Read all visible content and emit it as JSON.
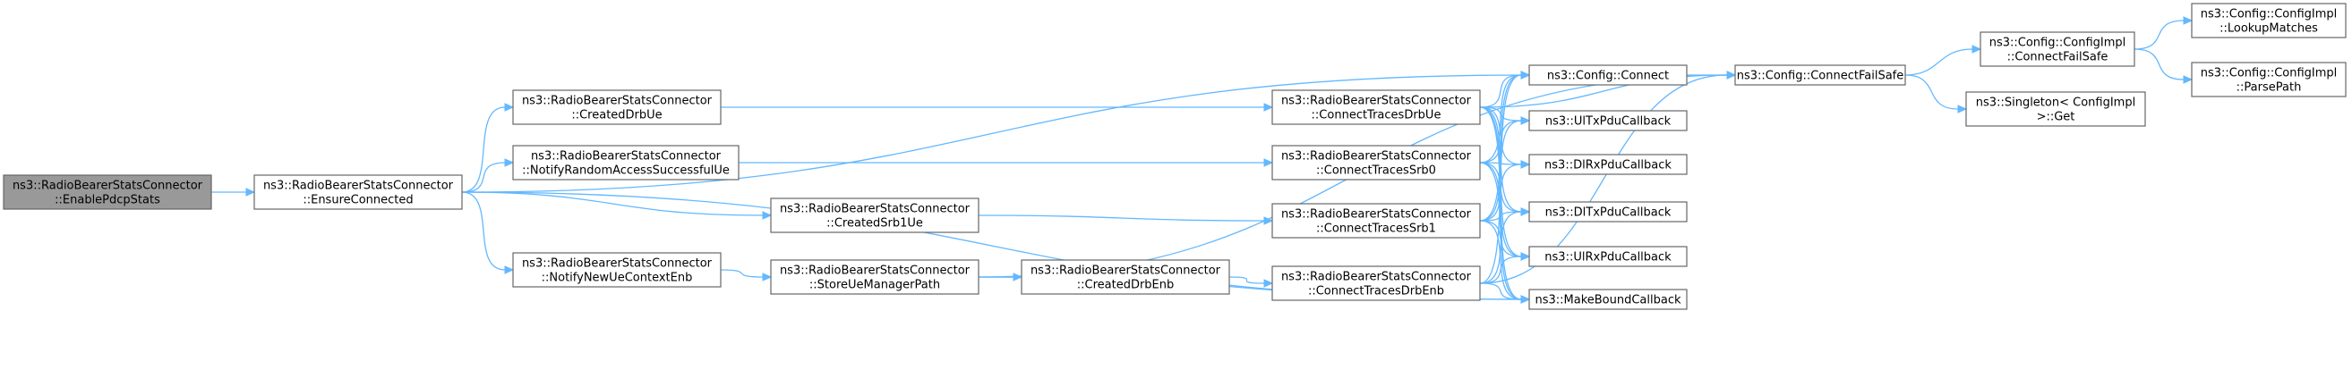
{
  "graph": {
    "nodes": [
      {
        "id": "n0",
        "lines": [
          "ns3::RadioBearerStatsConnector",
          "::EnablePdcpStats"
        ],
        "root": true
      },
      {
        "id": "n1",
        "lines": [
          "ns3::RadioBearerStatsConnector",
          "::EnsureConnected"
        ]
      },
      {
        "id": "n2",
        "lines": [
          "ns3::RadioBearerStatsConnector",
          "::CreatedDrbUe"
        ]
      },
      {
        "id": "n3",
        "lines": [
          "ns3::RadioBearerStatsConnector",
          "::NotifyRandomAccessSuccessfulUe"
        ]
      },
      {
        "id": "n4",
        "lines": [
          "ns3::RadioBearerStatsConnector",
          "::NotifyNewUeContextEnb"
        ]
      },
      {
        "id": "n5",
        "lines": [
          "ns3::RadioBearerStatsConnector",
          "::CreatedSrb1Ue"
        ]
      },
      {
        "id": "n6",
        "lines": [
          "ns3::RadioBearerStatsConnector",
          "::StoreUeManagerPath"
        ]
      },
      {
        "id": "n7",
        "lines": [
          "ns3::RadioBearerStatsConnector",
          "::CreatedDrbEnb"
        ]
      },
      {
        "id": "n8",
        "lines": [
          "ns3::RadioBearerStatsConnector",
          "::ConnectTracesDrbUe"
        ]
      },
      {
        "id": "n9",
        "lines": [
          "ns3::RadioBearerStatsConnector",
          "::ConnectTracesSrb0"
        ]
      },
      {
        "id": "n10",
        "lines": [
          "ns3::RadioBearerStatsConnector",
          "::ConnectTracesSrb1"
        ]
      },
      {
        "id": "n11",
        "lines": [
          "ns3::RadioBearerStatsConnector",
          "::ConnectTracesDrbEnb"
        ]
      },
      {
        "id": "n12",
        "lines": [
          "ns3::Config::Connect"
        ]
      },
      {
        "id": "n13",
        "lines": [
          "ns3::UlTxPduCallback"
        ]
      },
      {
        "id": "n14",
        "lines": [
          "ns3::DlRxPduCallback"
        ]
      },
      {
        "id": "n15",
        "lines": [
          "ns3::DlTxPduCallback"
        ]
      },
      {
        "id": "n16",
        "lines": [
          "ns3::UlRxPduCallback"
        ]
      },
      {
        "id": "n17",
        "lines": [
          "ns3::MakeBoundCallback"
        ]
      },
      {
        "id": "n18",
        "lines": [
          "ns3::Config::ConnectFailSafe"
        ]
      },
      {
        "id": "n19",
        "lines": [
          "ns3::Config::ConfigImpl",
          "::ConnectFailSafe"
        ]
      },
      {
        "id": "n20",
        "lines": [
          "ns3::Singleton< ConfigImpl",
          " >::Get"
        ]
      },
      {
        "id": "n21",
        "lines": [
          "ns3::Config::ConfigImpl",
          "::LookupMatches"
        ]
      },
      {
        "id": "n22",
        "lines": [
          "ns3::Config::ConfigImpl",
          "::ParsePath"
        ]
      }
    ],
    "edges": [
      [
        "n0",
        "n1"
      ],
      [
        "n1",
        "n12"
      ],
      [
        "n1",
        "n2"
      ],
      [
        "n1",
        "n3"
      ],
      [
        "n1",
        "n5"
      ],
      [
        "n1",
        "n4"
      ],
      [
        "n1",
        "n17"
      ],
      [
        "n2",
        "n8"
      ],
      [
        "n3",
        "n9"
      ],
      [
        "n5",
        "n10"
      ],
      [
        "n4",
        "n6"
      ],
      [
        "n6",
        "n18"
      ],
      [
        "n6",
        "n7"
      ],
      [
        "n6",
        "n17"
      ],
      [
        "n7",
        "n11"
      ],
      [
        "n8",
        "n12"
      ],
      [
        "n8",
        "n18"
      ],
      [
        "n8",
        "n13"
      ],
      [
        "n8",
        "n14"
      ],
      [
        "n8",
        "n15"
      ],
      [
        "n8",
        "n16"
      ],
      [
        "n8",
        "n17"
      ],
      [
        "n9",
        "n12"
      ],
      [
        "n9",
        "n13"
      ],
      [
        "n9",
        "n14"
      ],
      [
        "n9",
        "n15"
      ],
      [
        "n9",
        "n16"
      ],
      [
        "n9",
        "n17"
      ],
      [
        "n10",
        "n12"
      ],
      [
        "n10",
        "n13"
      ],
      [
        "n10",
        "n14"
      ],
      [
        "n10",
        "n15"
      ],
      [
        "n10",
        "n16"
      ],
      [
        "n10",
        "n17"
      ],
      [
        "n11",
        "n12"
      ],
      [
        "n11",
        "n15"
      ],
      [
        "n11",
        "n16"
      ],
      [
        "n11",
        "n17"
      ],
      [
        "n11",
        "n18"
      ],
      [
        "n12",
        "n18"
      ],
      [
        "n18",
        "n19"
      ],
      [
        "n18",
        "n20"
      ],
      [
        "n19",
        "n21"
      ],
      [
        "n19",
        "n22"
      ]
    ]
  }
}
